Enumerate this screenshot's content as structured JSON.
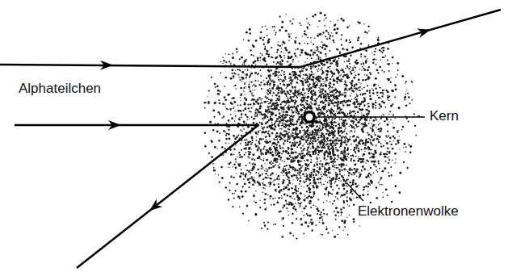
{
  "diagram": {
    "labels": [
      "Alphateilchen",
      "Kern",
      "Elektronenwolke"
    ]
  }
}
